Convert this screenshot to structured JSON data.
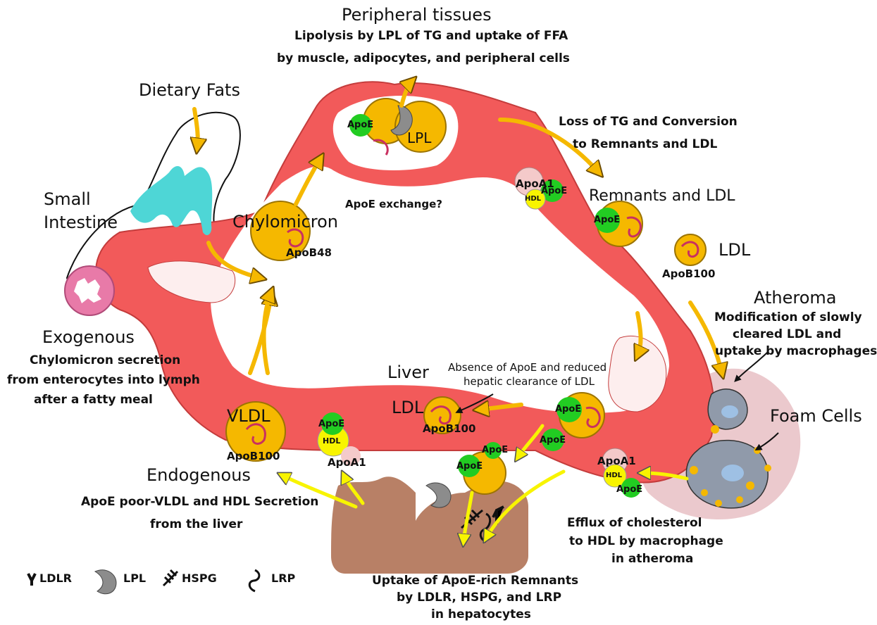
{
  "labels": {
    "peripheral_title": "Peripheral tissues",
    "peripheral_desc1": "Lipolysis by LPL of TG and uptake of FFA",
    "peripheral_desc2": "by muscle, adipocytes, and peripheral cells",
    "dietary_fats": "Dietary Fats",
    "small_intestine1": "Small",
    "small_intestine2": "Intestine",
    "chylomicron": "Chylomicron",
    "apob48": "ApoB48",
    "lpl": "LPL",
    "apoe_exchange": "ApoE exchange?",
    "loss_tg1": "Loss of TG and Conversion",
    "loss_tg2": "to Remnants and LDL",
    "remnants_ldl": "Remnants and LDL",
    "ldl": "LDL",
    "apob100_right": "ApoB100",
    "atheroma": "Atheroma",
    "atheroma_desc1": "Modification of slowly",
    "atheroma_desc2": "cleared LDL and",
    "atheroma_desc3": "uptake by macrophages",
    "foam_cells": "Foam Cells",
    "exogenous": "Exogenous",
    "exo_desc1": "Chylomicron secretion",
    "exo_desc2": "from enterocytes into lymph",
    "exo_desc3": "after a fatty meal",
    "liver": "Liver",
    "absence1": "Absence of ApoE and reduced",
    "absence2": "hepatic clearance of LDL",
    "ldl_liver": "LDL",
    "apob100_liver": "ApoB100",
    "vldl": "VLDL",
    "apob100_vldl": "ApoB100",
    "endogenous": "Endogenous",
    "endo_desc1": "ApoE poor-VLDL and HDL Secretion",
    "endo_desc2": "from the liver",
    "efflux1": "Efflux of cholesterol",
    "efflux2": "to HDL by macrophage",
    "efflux3": "in atheroma",
    "uptake1": "Uptake of ApoE-rich Remnants",
    "uptake2": "by LDLR, HSPG, and LRP",
    "uptake3": "in hepatocytes",
    "apoe": "ApoE",
    "apoa1": "ApoA1",
    "hdl": "HDL"
  },
  "legend": [
    {
      "icon": "ldlr-icon",
      "label": "LDLR"
    },
    {
      "icon": "lpl-icon",
      "label": "LPL"
    },
    {
      "icon": "hspg-icon",
      "label": "HSPG"
    },
    {
      "icon": "lrp-icon",
      "label": "LRP"
    }
  ],
  "colors": {
    "vessel": "#f25a5a",
    "vessel_dark": "#c43c3c",
    "lipoprotein": "#f5b800",
    "apoe": "#22cc22",
    "hdl": "#f8f400",
    "apoa1": "#f4caca",
    "arrow": "#f5b800",
    "liver": "#b88066",
    "intestine": "#4ed6d6",
    "atheroma": "#e8c0c4"
  }
}
